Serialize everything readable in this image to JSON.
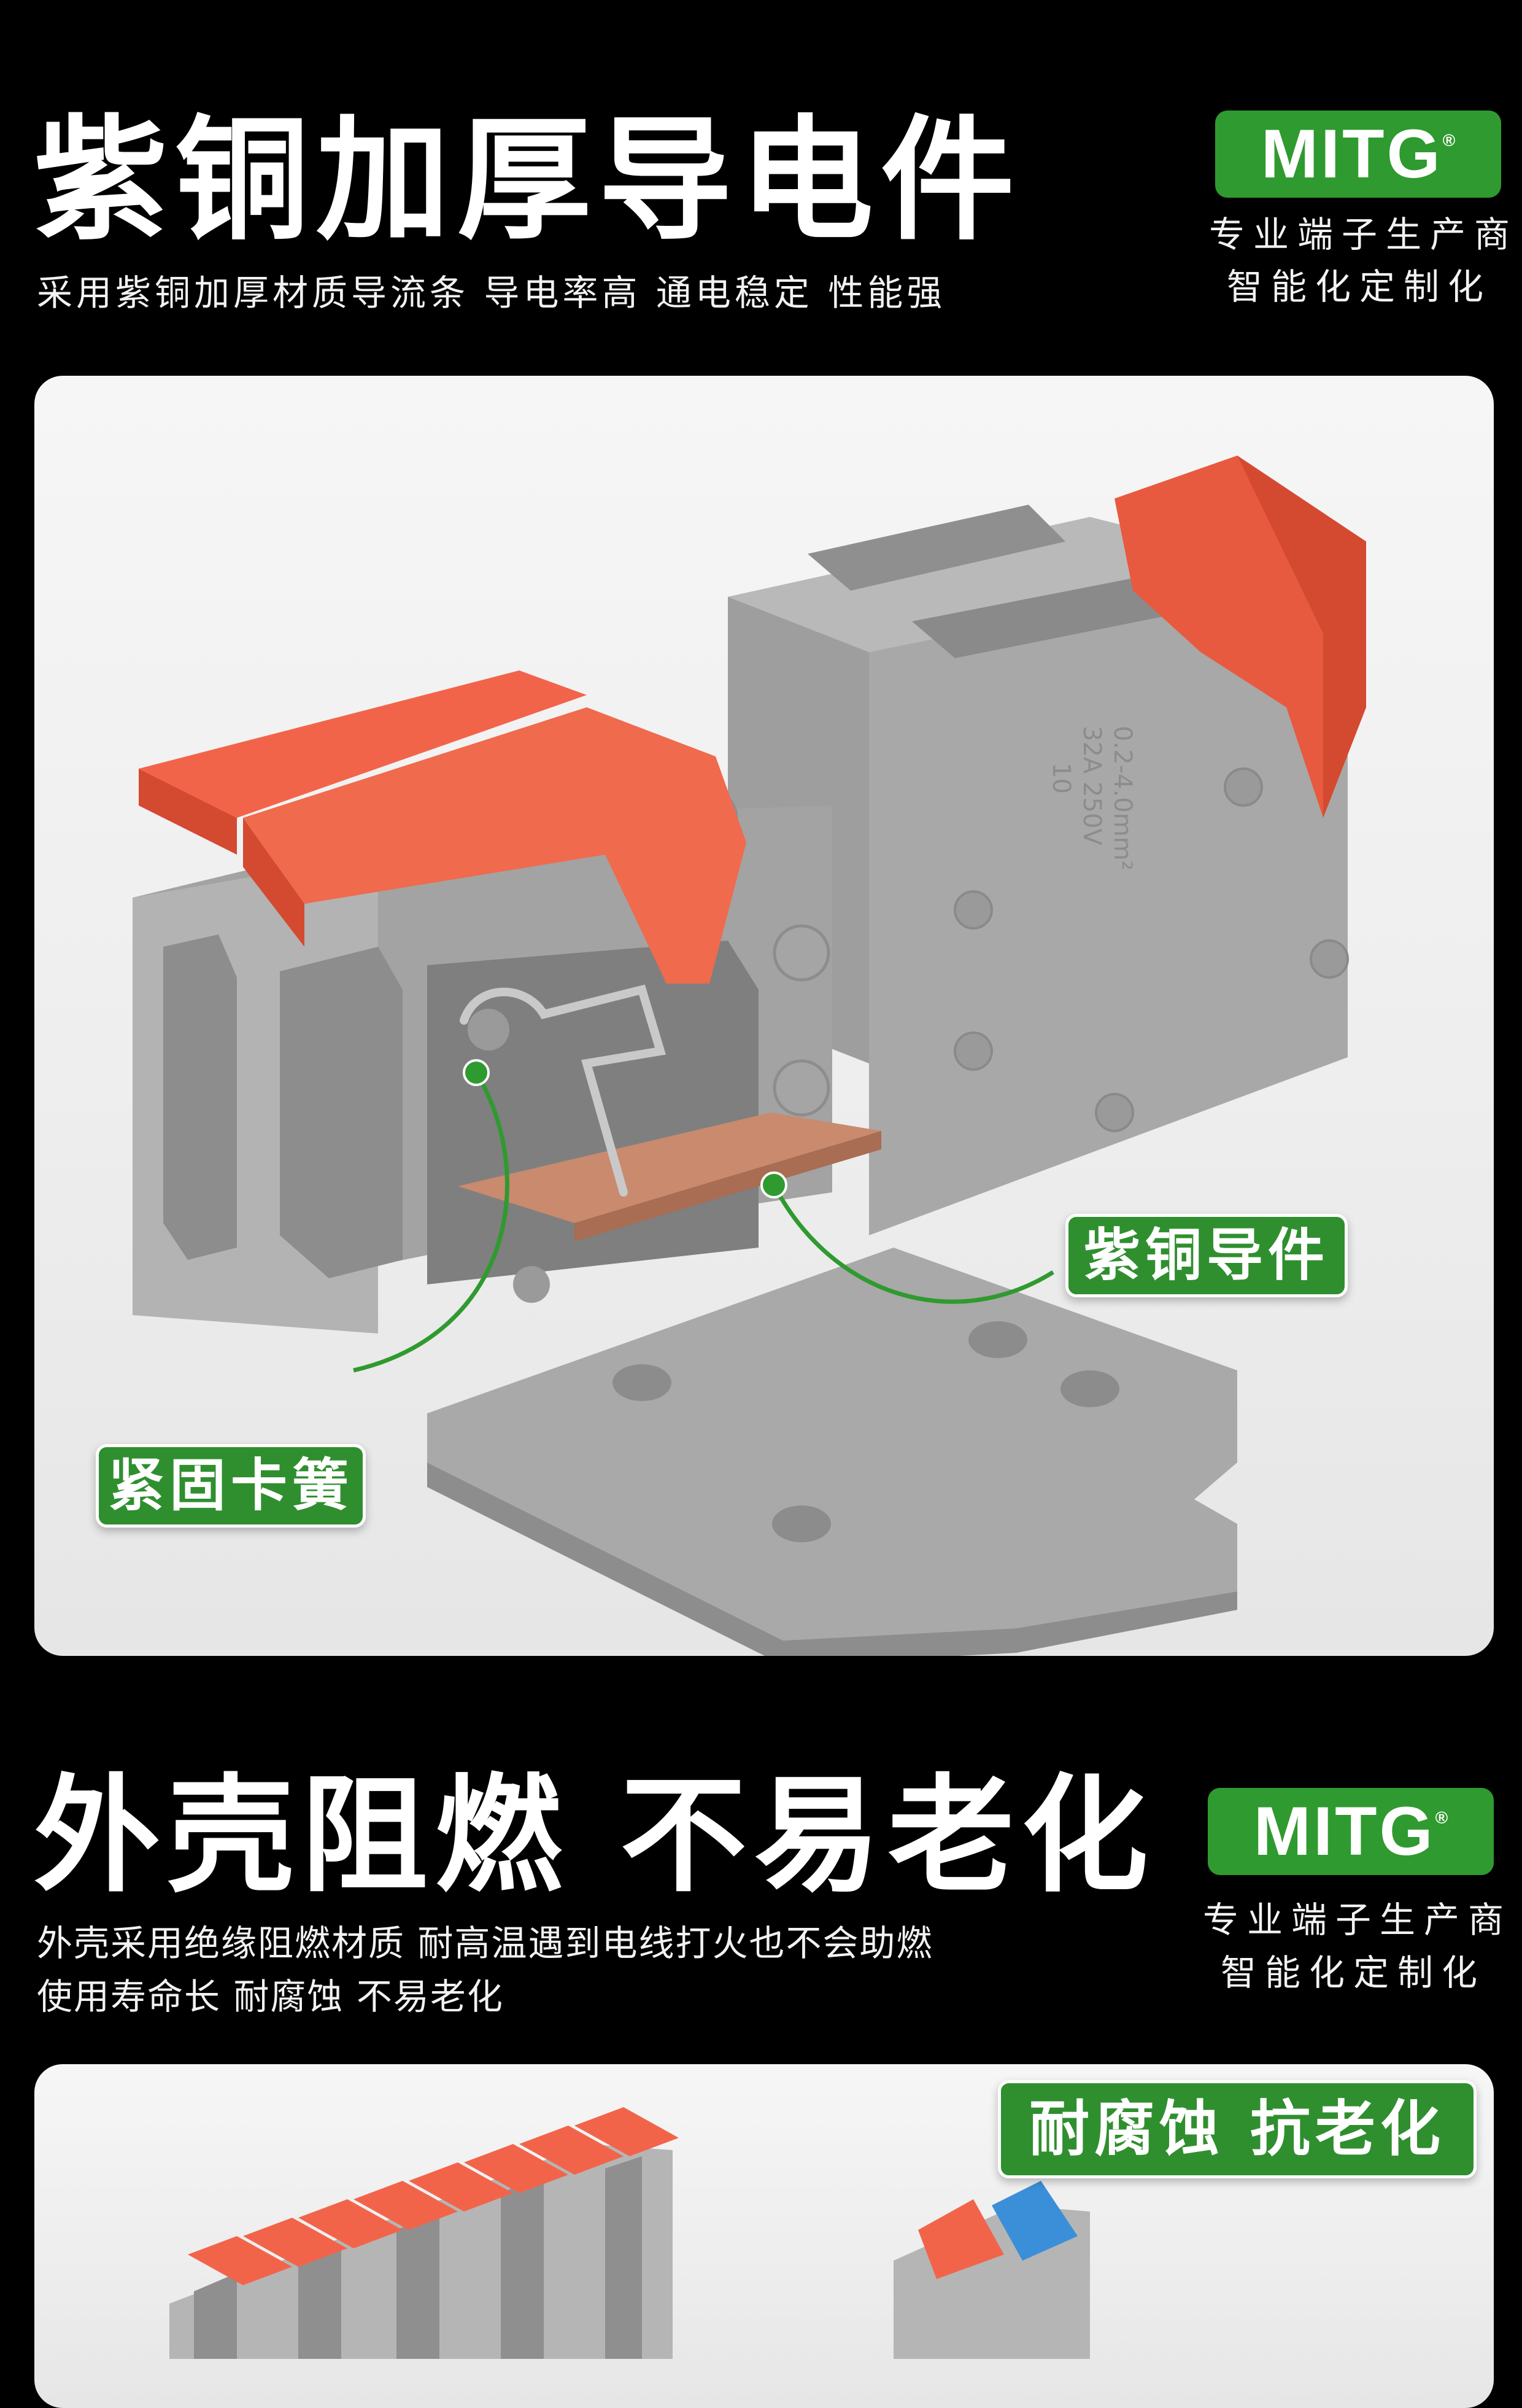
{
  "section1": {
    "title": "紫铜加厚导电件",
    "subtitle": "采用紫铜加厚材质导流条 导电率高 通电稳定 性能强",
    "logo": {
      "text": "MITG",
      "mark": "®"
    },
    "tagline": [
      "专业端子生产商",
      "智能化定制化"
    ],
    "product_label": [
      "10",
      "32A 250V",
      "0.2-4.0mm²"
    ],
    "callouts": {
      "copper": "紫铜导件",
      "spring": "紧固卡簧"
    }
  },
  "section2": {
    "title": "外壳阻燃 不易老化",
    "desc": [
      "外壳采用绝缘阻燃材质 耐高温遇到电线打火也不会助燃",
      "使用寿命长 耐腐蚀 不易老化"
    ],
    "logo": {
      "text": "MITG",
      "mark": "®"
    },
    "tagline": [
      "专业端子生产商",
      "智能化定制化"
    ],
    "callout": "耐腐蚀 抗老化"
  },
  "colors": {
    "background": "#000000",
    "brand_green": "#2f9a2f",
    "lever_orange": "#f2644a",
    "housing_gray": "#a9a9a9",
    "copper": "#c98a6e",
    "lever_blue": "#3b8fd8"
  }
}
